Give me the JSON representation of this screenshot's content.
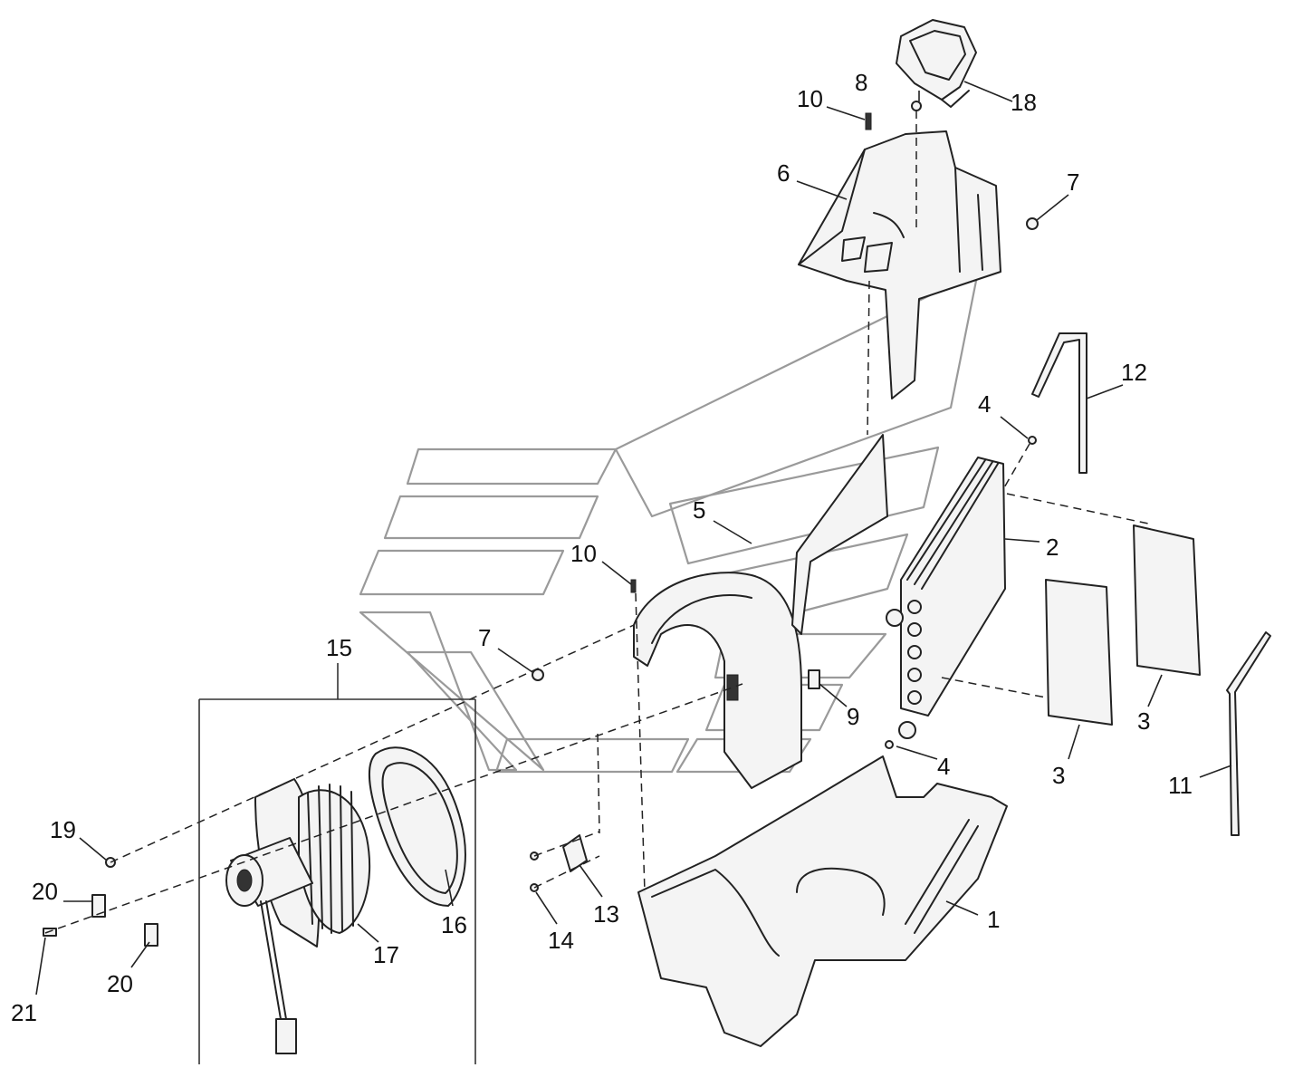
{
  "callouts": [
    "1",
    "2",
    "3",
    "3",
    "4",
    "4",
    "5",
    "6",
    "7",
    "7",
    "8",
    "9",
    "10",
    "10",
    "11",
    "12",
    "13",
    "14",
    "15",
    "16",
    "17",
    "18",
    "19",
    "20",
    "20",
    "21"
  ],
  "icons": [
    "watermark-logo"
  ]
}
